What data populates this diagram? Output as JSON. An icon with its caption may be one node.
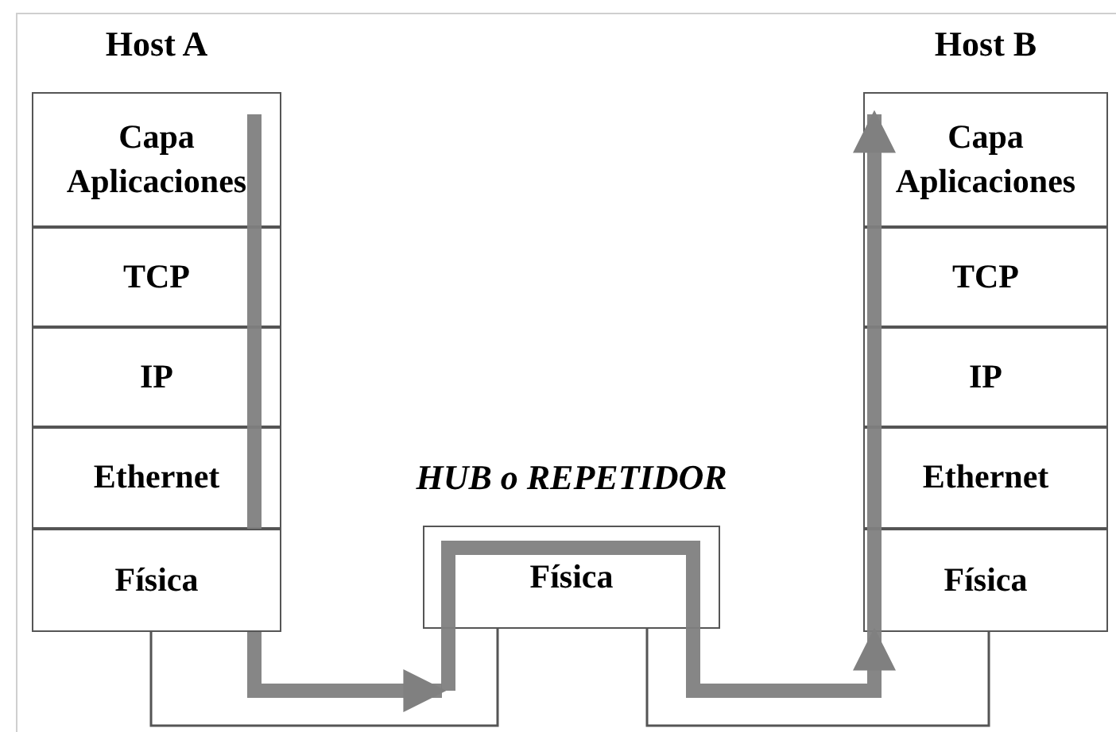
{
  "diagram": {
    "nodes": [
      {
        "text": [
          "Host A"
        ]
      },
      {
        "text": [
          "Capa Aplicaciones"
        ],
        "in": 0
      },
      {
        "text": [
          "TCP"
        ],
        "in": 0
      },
      {
        "text": [
          "IP"
        ],
        "in": 0
      },
      {
        "text": [
          "Ethernet"
        ],
        "in": 0
      },
      {
        "text": [
          "Física"
        ],
        "in": 0
      },
      {
        "text": [
          "Host B"
        ]
      },
      {
        "text": [
          "Capa Aplicaciones"
        ],
        "in": 6
      },
      {
        "text": [
          "TCP"
        ],
        "in": 6
      },
      {
        "text": [
          "IP"
        ],
        "in": 6
      },
      {
        "text": [
          "Ethernet"
        ],
        "in": 6
      },
      {
        "text": [
          "Física"
        ],
        "in": 6
      },
      {
        "text": [
          "Física"
        ],
        "beside": [
          "HUB o REPETIDOR"
        ]
      }
    ],
    "edges": [
      {
        "from": 1,
        "to": 2,
        "arrow": "none"
      },
      {
        "from": 2,
        "to": 3,
        "arrow": "none"
      },
      {
        "from": 3,
        "to": 4,
        "arrow": "none"
      },
      {
        "from": 4,
        "to": 5,
        "arrow": "none"
      },
      {
        "from": 5,
        "to": 12,
        "arrow": "to"
      },
      {
        "from": 12,
        "to": 11,
        "arrow": "to"
      },
      {
        "from": 11,
        "to": 10,
        "arrow": "none"
      },
      {
        "from": 10,
        "to": 9,
        "arrow": "none"
      },
      {
        "from": 9,
        "to": 8,
        "arrow": "none"
      },
      {
        "from": 8,
        "to": 7,
        "arrow": "to"
      },
      {
        "from": 5,
        "to": 12,
        "arrow": "none",
        "color": "#555555"
      },
      {
        "from": 12,
        "to": 11,
        "arrow": "none",
        "color": "#555555"
      }
    ]
  }
}
